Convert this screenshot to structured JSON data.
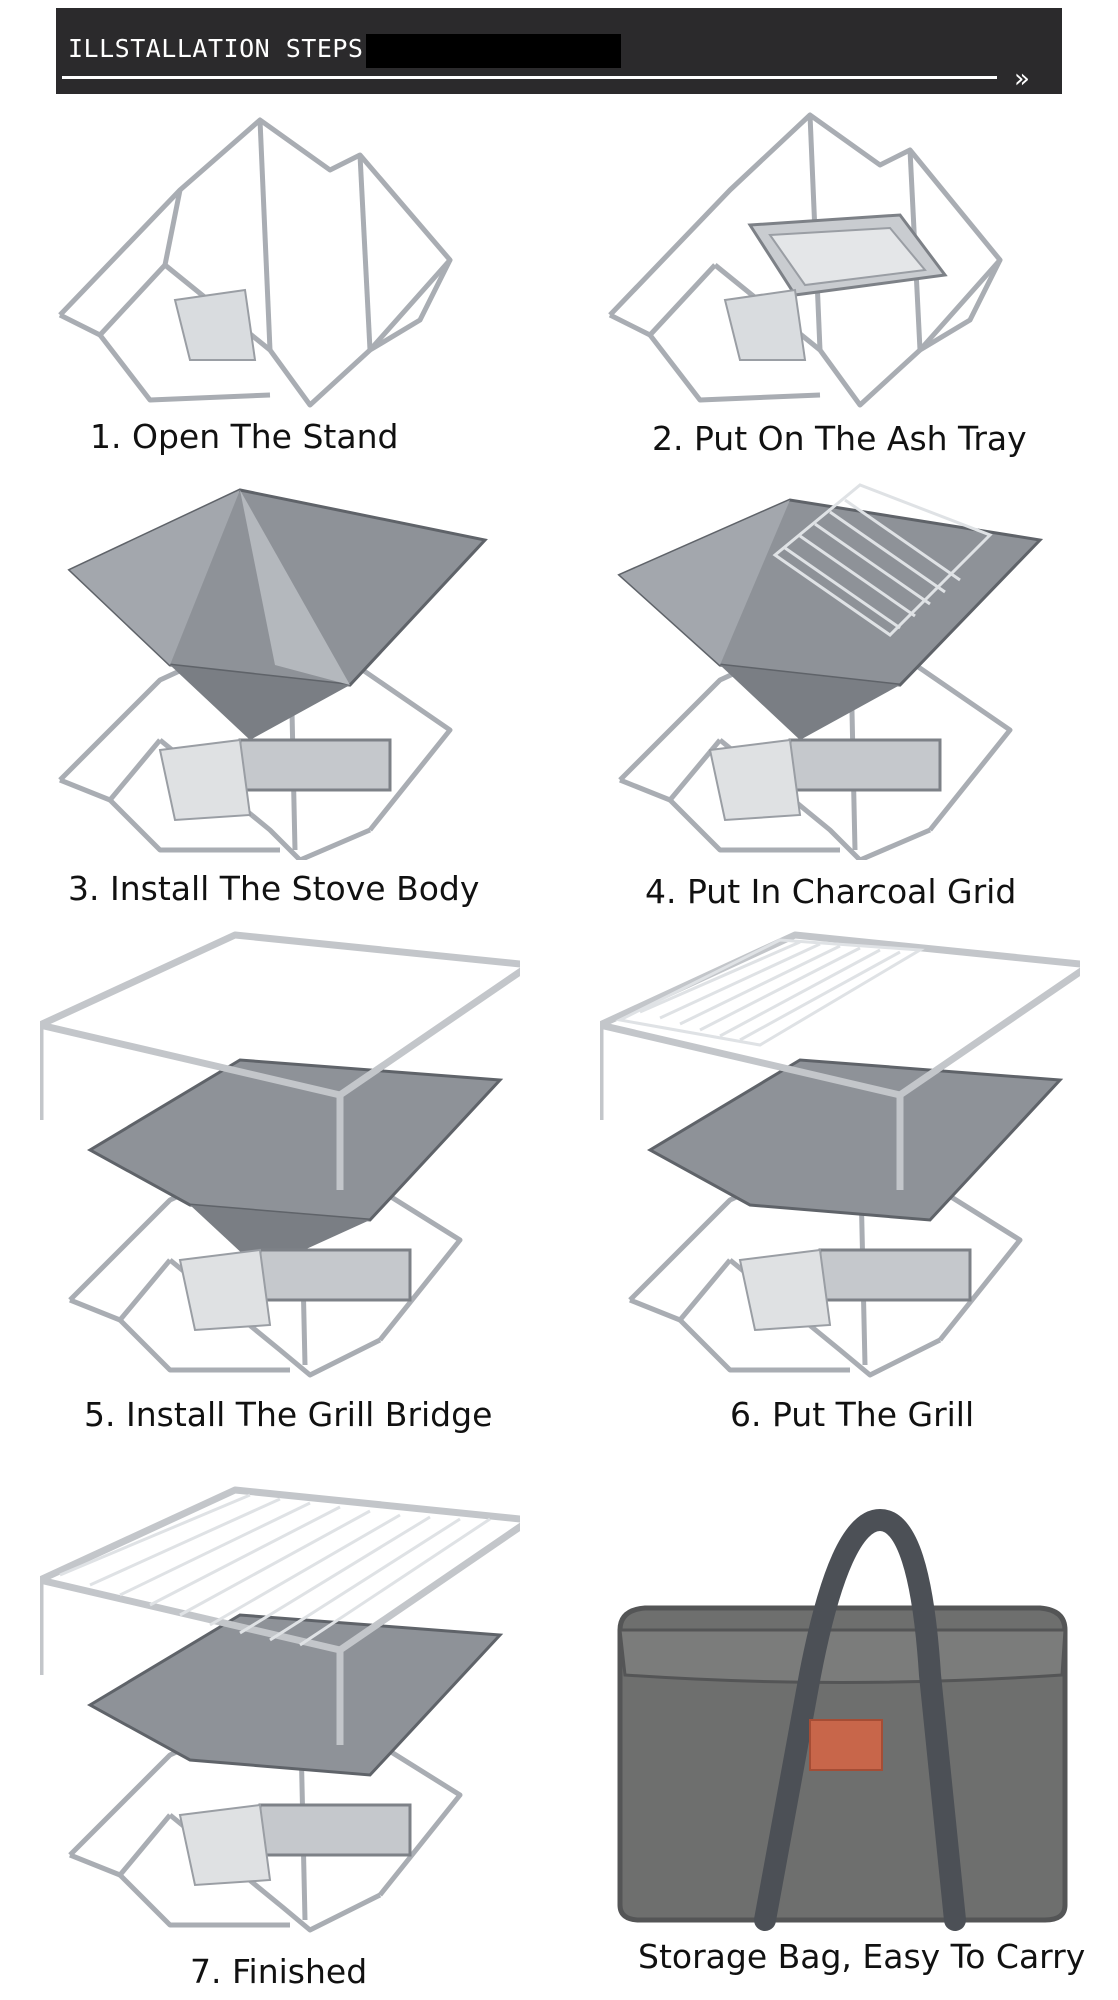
{
  "header": {
    "title": "ILLSTALLATION STEPS",
    "chevrons": "»"
  },
  "steps": [
    {
      "caption": "1. Open The Stand",
      "icon": "stand-frame"
    },
    {
      "caption": "2. Put On The Ash Tray",
      "icon": "ash-tray"
    },
    {
      "caption": "3. Install The Stove Body",
      "icon": "stove-body"
    },
    {
      "caption": "4. Put In Charcoal Grid",
      "icon": "charcoal-grid"
    },
    {
      "caption": "5. Install The Grill Bridge",
      "icon": "grill-bridge"
    },
    {
      "caption": "6. Put The Grill",
      "icon": "grill"
    },
    {
      "caption": "7. Finished",
      "icon": "finished-grill"
    },
    {
      "caption": "Storage Bag, Easy To Carry",
      "icon": "storage-bag"
    }
  ],
  "colors": {
    "header_bg": "#2b2a2c",
    "header_text": "#ffffff",
    "steel": "#b8bcc2",
    "steel_dark": "#6d7178",
    "bag_gray": "#6e6f6e",
    "bag_strap": "#4c5056",
    "bag_patch": "#c8664a"
  }
}
